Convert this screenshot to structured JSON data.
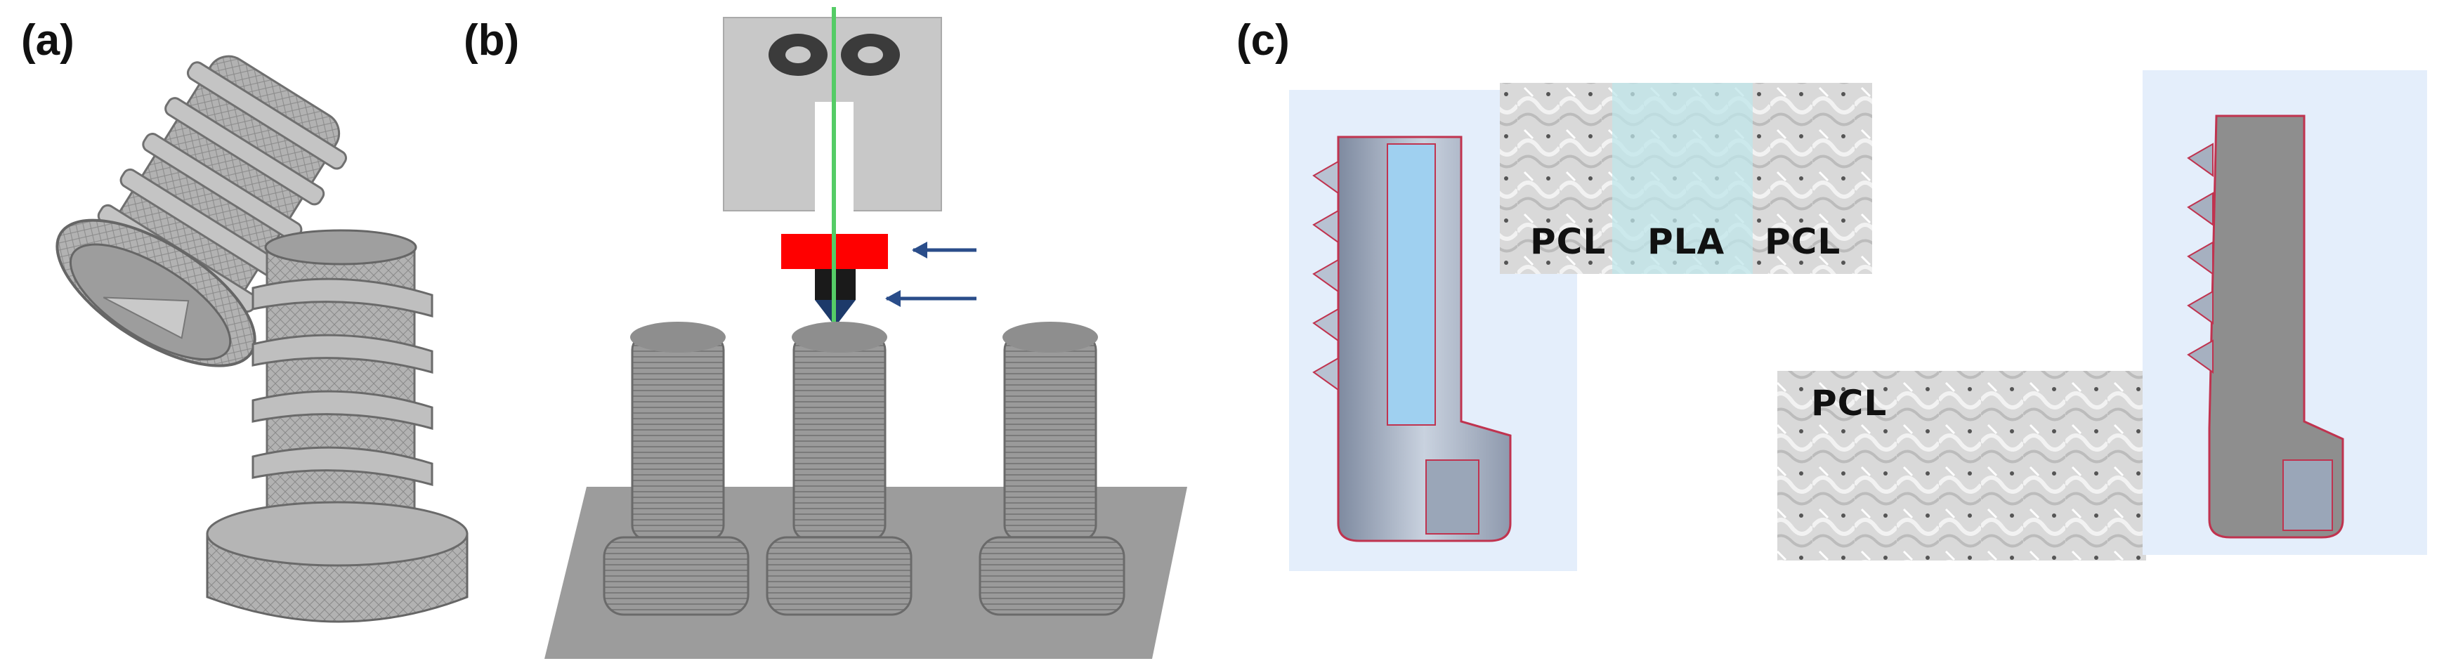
{
  "panels": {
    "a": {
      "label": "(a)"
    },
    "b": {
      "label": "(b)"
    },
    "c": {
      "label": "(c)",
      "top_section_labels": [
        "PCL",
        "PLA",
        "PCL"
      ],
      "bottom_section_label": "PCL"
    }
  },
  "colors": {
    "background": "#ffffff",
    "screw_mesh": "#a9a9a9",
    "printhead_box": "#c8c8c8",
    "heater_block": "#ff0000",
    "nozzle": "#1a1a1a",
    "laser_line": "#55cc66",
    "arrow": "#2a4d8a",
    "build_plate": "#9c9c9c",
    "highlight_panel": "#e4eefb",
    "pla_core": "#9fd0f0",
    "pla_region_tint": "#bfe6ea",
    "section_outline": "#c0334f"
  },
  "icons": {
    "screw": "screw-icon",
    "arrow": "arrow-left-icon"
  }
}
